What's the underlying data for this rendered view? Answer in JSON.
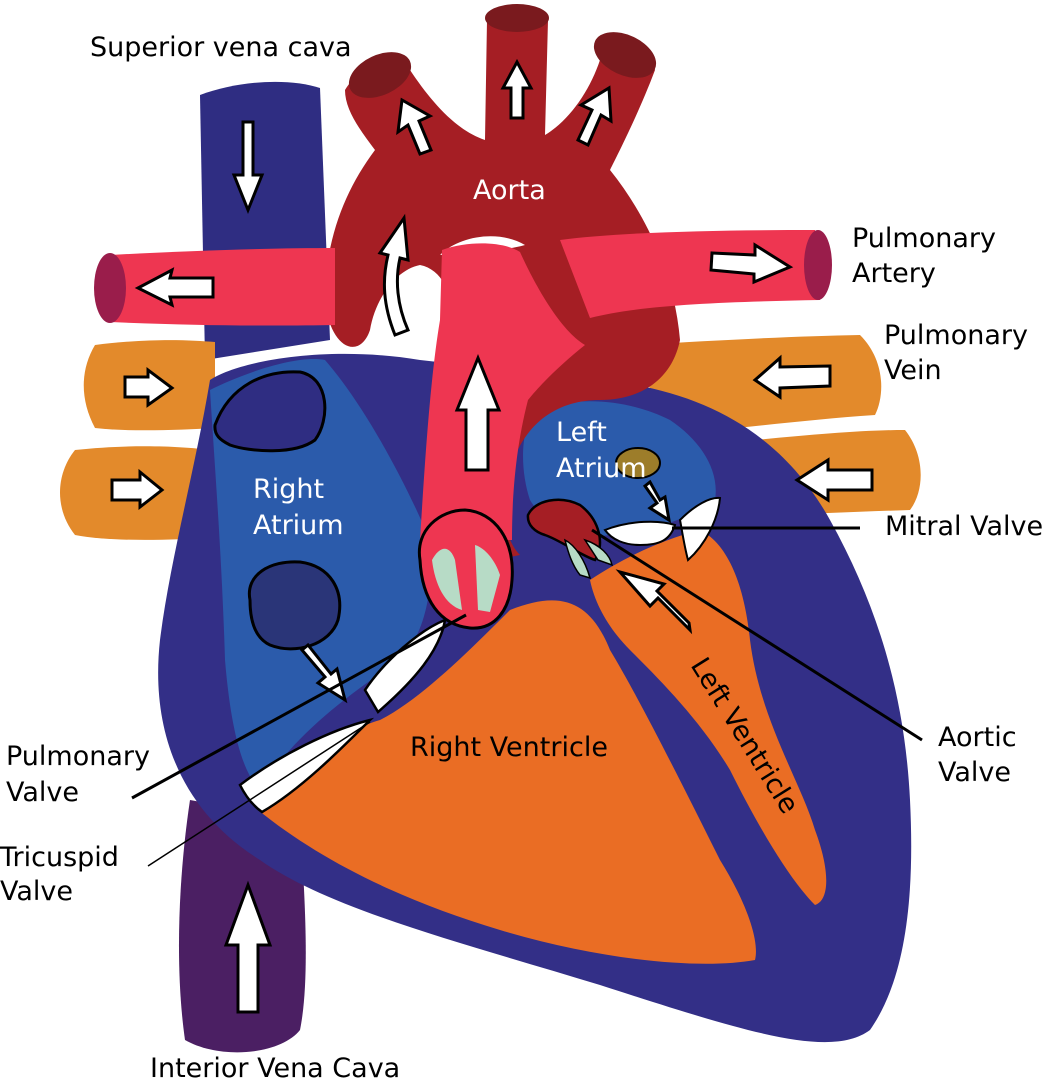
{
  "labels": {
    "superior_vena_cava": "Superior vena cava",
    "aorta": "Aorta",
    "pulmonary_artery": [
      "Pulmonary",
      "Artery"
    ],
    "pulmonary_vein": [
      "Pulmonary",
      "Vein"
    ],
    "right_atrium": [
      "Right",
      "Atrium"
    ],
    "left_atrium": [
      "Left",
      "Atrium"
    ],
    "mitral_valve": "Mitral Valve",
    "right_ventricle": "Right Ventricle",
    "left_ventricle": "Left Ventricle",
    "aortic_valve": [
      "Aortic",
      "Valve"
    ],
    "pulmonary_valve": [
      "Pulmonary",
      "Valve"
    ],
    "tricuspid_valve": [
      "Tricuspid",
      "Valve"
    ],
    "inferior_vena_cava": "Interior Vena Cava"
  },
  "colors": {
    "aorta": "#a51e24",
    "aorta_cap": "#7a1a1e",
    "pulmonary_artery": "#ee3651",
    "pulmonary_artery_cap": "#9a1d4b",
    "vena_cava": "#2f2d82",
    "inferior_vena_cava": "#4b1f63",
    "myocardium": "#332f87",
    "atrium": "#2b5bab",
    "ventricle": "#ea6d24",
    "pulmonary_vein": "#e38a2b",
    "valve_leaflet": "#b7dbc6",
    "left_atrium_spot": "#9d7d2a",
    "flow_arrow": "#ffffff"
  }
}
